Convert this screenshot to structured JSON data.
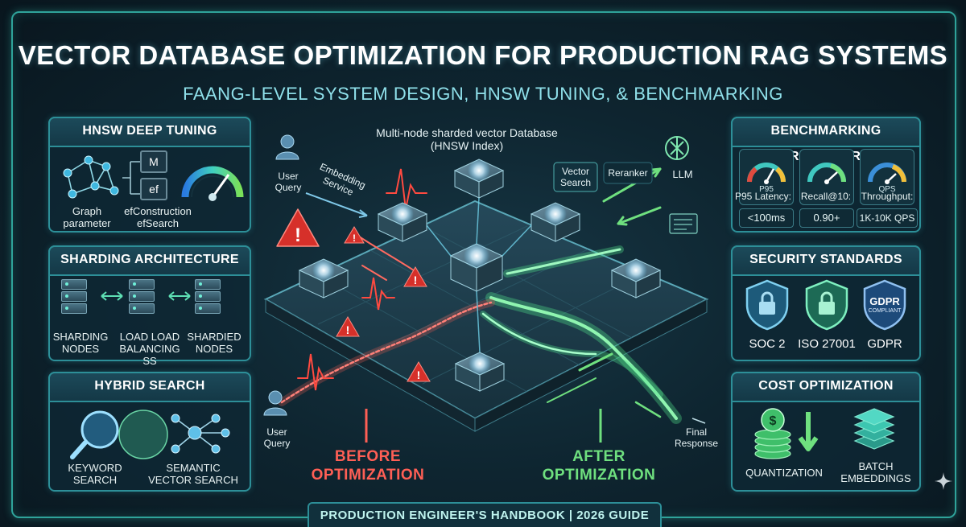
{
  "title": "VECTOR DATABASE OPTIMIZATION FOR PRODUCTION RAG SYSTEMS",
  "subtitle": "FAANG-LEVEL SYSTEM DESIGN, HNSW TUNING, & BENCHMARKING",
  "panels": {
    "hnsw": {
      "title": "HNSW DEEP TUNING",
      "m_box": "M",
      "ef_box": "ef",
      "caption_left": "Graph\nparameter",
      "caption_right": "efConstruction\nefSearch"
    },
    "sharding": {
      "title": "SHARDING ARCHITECTURE",
      "labels": [
        "SHARDING\nNODES",
        "LOAD LOAD\nBALANCING SS",
        "SHARDIED\nNODES"
      ]
    },
    "hybrid": {
      "title": "HYBRID SEARCH",
      "labels": [
        "KEYWORD\nSEARCH",
        "SEMANTIC\nVECTOR SEARCH"
      ]
    },
    "benchmark": {
      "title": "BENCHMARKING FRAMEWORK",
      "gauges": [
        {
          "face": "P95",
          "label": "P95 Latency:",
          "value": "<100ms"
        },
        {
          "face": "",
          "label": "Recall@10:",
          "value": "0.90+"
        },
        {
          "face": "QPS",
          "label": "Throughput:",
          "value": "1K-10K QPS"
        }
      ]
    },
    "security": {
      "title": "SECURITY STANDARDS",
      "badges": [
        "SOC 2",
        "ISO 27001",
        "GDPR"
      ],
      "gdpr_badge_text": "GDPR",
      "gdpr_badge_sub": "COMPLIANT"
    },
    "cost": {
      "title": "COST OPTIMIZATION",
      "labels": [
        "QUANTIZATION",
        "BATCH\nEMBEDDINGS"
      ]
    }
  },
  "diagram": {
    "db_label": "Multi-node sharded vector Database\n(HNSW Index)",
    "user_query_top": "User\nQuery",
    "embedding_service": "Embedding\nService",
    "vector_search": "Vector\nSearch",
    "reranker": "Reranker",
    "llm": "LLM",
    "user_query_bottom": "User\nQuery",
    "final_response": "Final\nResponse",
    "before": "BEFORE\nOPTIMIZATION",
    "after": "AFTER\nOPTIMIZATION"
  },
  "footer": "PRODUCTION ENGINEER'S HANDBOOK | 2026 GUIDE",
  "colors": {
    "frame": "#2fa39a",
    "before": "#ff5f55",
    "after": "#6fe07f",
    "warning": "#e3342f"
  }
}
